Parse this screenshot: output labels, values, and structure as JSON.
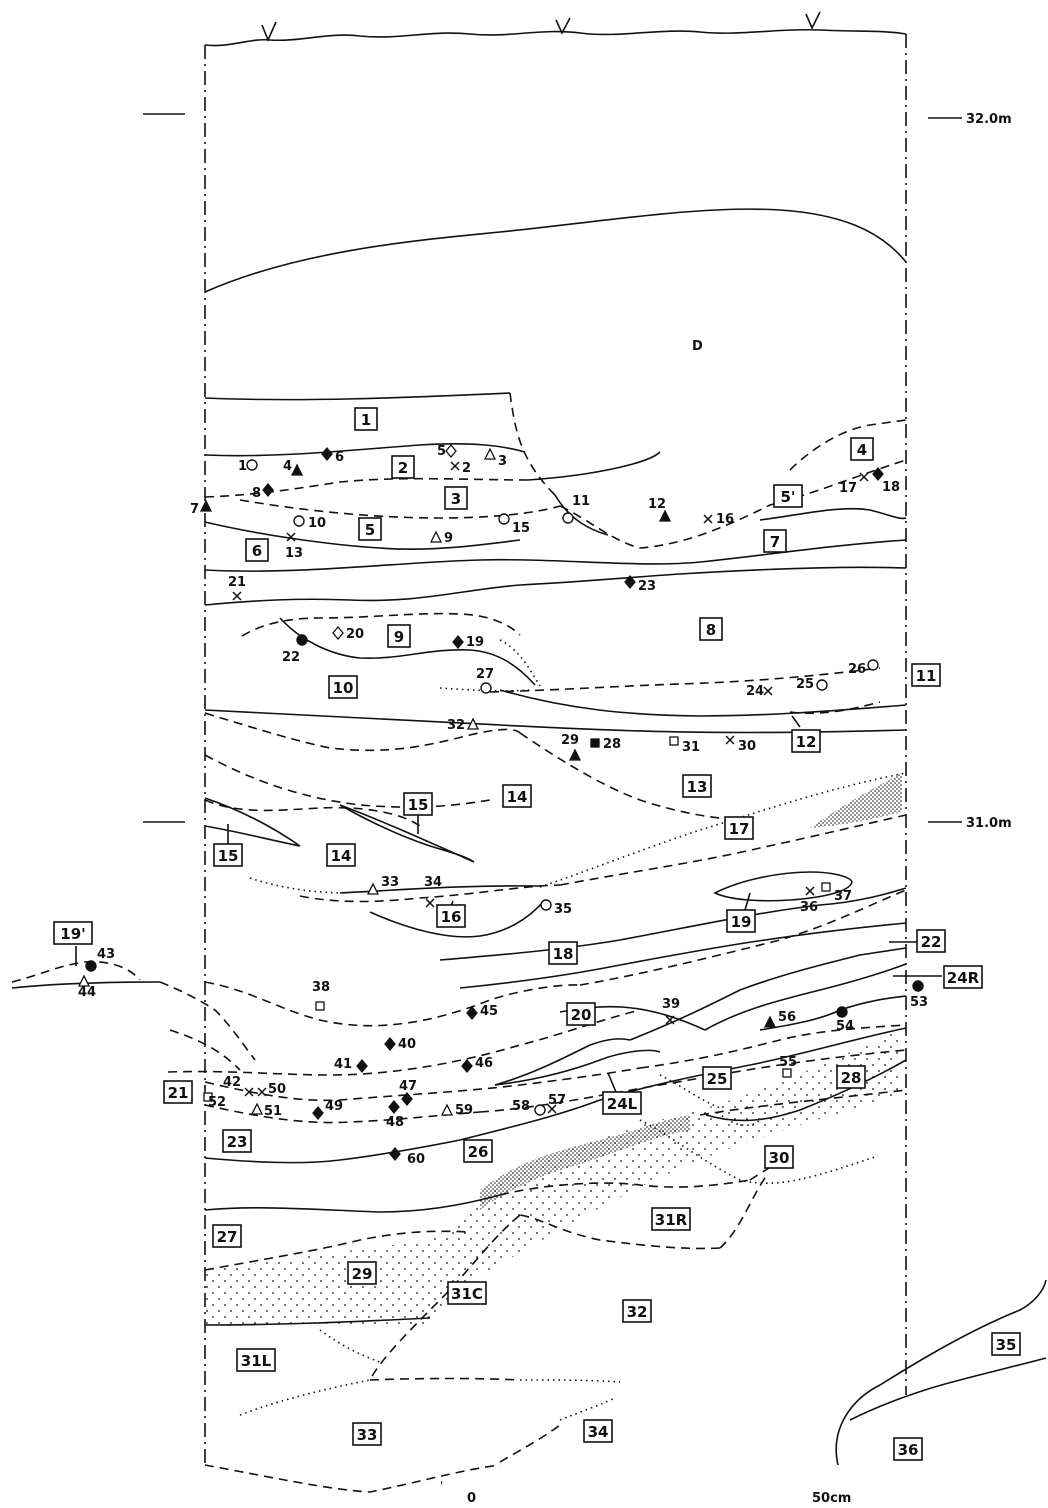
{
  "scale": {
    "m32": "32.0m",
    "m31": "31.0m",
    "zero": "0",
    "fifty": "50cm"
  },
  "unit_d": "D",
  "layers": [
    "1",
    "2",
    "3",
    "4",
    "5",
    "5'",
    "6",
    "7",
    "8",
    "9",
    "10",
    "11",
    "12",
    "13",
    "14",
    "14",
    "15",
    "15",
    "16",
    "17",
    "18",
    "19",
    "19'",
    "20",
    "21",
    "22",
    "23",
    "24L",
    "24R",
    "25",
    "26",
    "27",
    "28",
    "29",
    "30",
    "31C",
    "31L",
    "31R",
    "32",
    "33",
    "34",
    "35",
    "36"
  ],
  "artifacts": [
    "1",
    "2",
    "3",
    "4",
    "5",
    "6",
    "7",
    "8",
    "9",
    "10",
    "11",
    "12",
    "13",
    "15",
    "16",
    "17",
    "18",
    "19",
    "20",
    "21",
    "22",
    "23",
    "24",
    "25",
    "26",
    "27",
    "28",
    "29",
    "30",
    "31",
    "32",
    "33",
    "34",
    "35",
    "36",
    "37",
    "38",
    "39",
    "40",
    "41",
    "42",
    "43",
    "44",
    "45",
    "46",
    "47",
    "48",
    "49",
    "50",
    "51",
    "52",
    "53",
    "54",
    "55",
    "56",
    "57",
    "58",
    "59",
    "60"
  ],
  "symbols": {
    "open-circle": "open-circle-icon",
    "filled-circle": "filled-circle-icon",
    "open-triangle": "open-triangle-icon",
    "filled-triangle": "filled-triangle-icon",
    "open-diamond": "open-diamond-icon",
    "filled-diamond": "filled-diamond-icon",
    "cross": "cross-icon",
    "open-square": "open-square-icon",
    "filled-square": "filled-square-icon"
  }
}
